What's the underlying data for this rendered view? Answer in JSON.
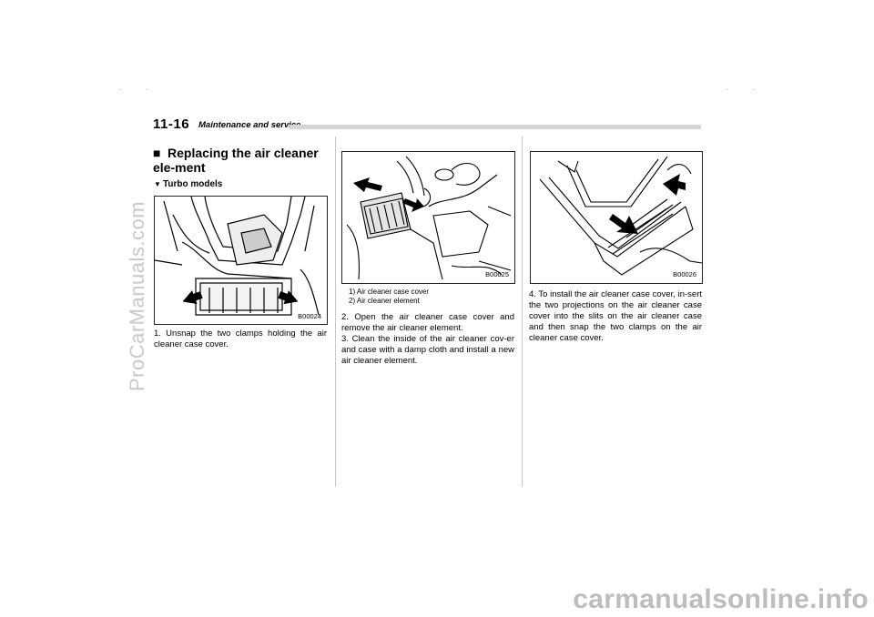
{
  "watermarks": {
    "side": "ProCarManuals.com",
    "bottom": "carmanualsonline.info"
  },
  "header": {
    "page_number": "11-16",
    "section_title": "Maintenance and service"
  },
  "left_column": {
    "heading": "Replacing the air cleaner ele-ment",
    "heading_bullet": "■",
    "subheading": "Turbo models",
    "subheading_bullet": "▼",
    "figure_code": "B00024",
    "step1": "1.  Unsnap the two clamps holding the air cleaner case cover."
  },
  "middle_column": {
    "figure_code": "B00025",
    "callouts": [
      "1)  Air cleaner case cover",
      "2)  Air cleaner element"
    ],
    "step2": "2.  Open the air cleaner case cover and remove the air cleaner element.",
    "step3": "3.  Clean the inside of the air cleaner cov-er and case with a damp cloth and install a new air cleaner element."
  },
  "right_column": {
    "figure_code": "B00026",
    "step4": "4.  To install the air cleaner case cover, in-sert the two projections on the air cleaner case cover into the slits on the air cleaner case and then snap the two clamps on the air cleaner case cover."
  }
}
